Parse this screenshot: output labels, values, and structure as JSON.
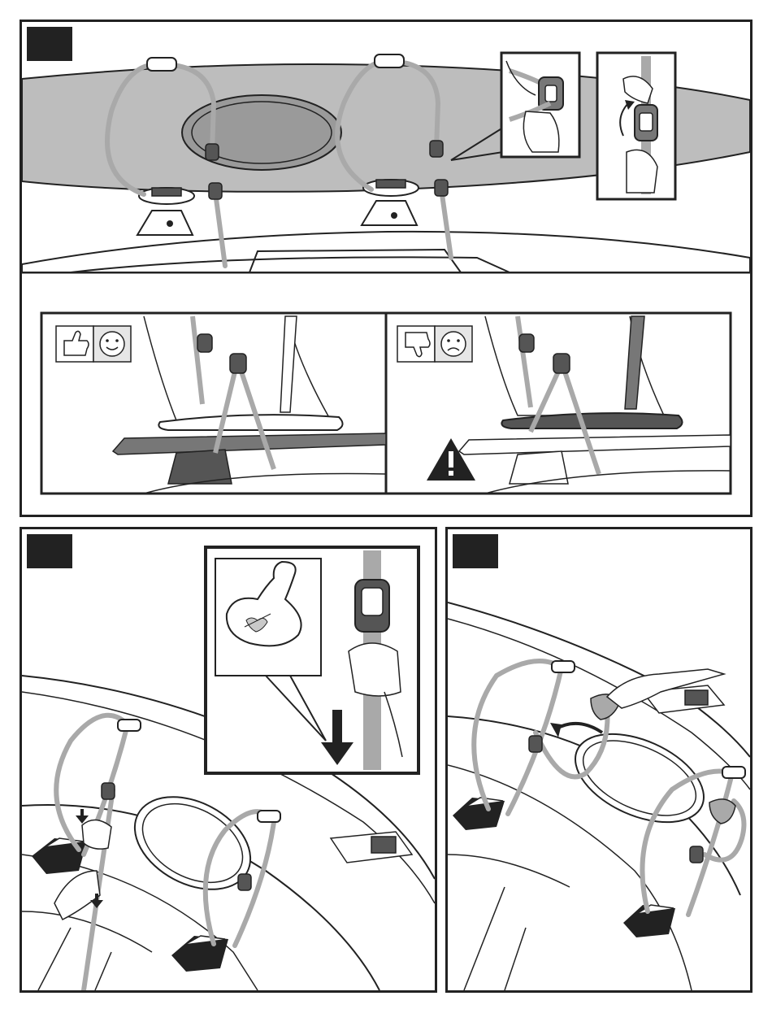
{
  "colors": {
    "outline": "#222222",
    "strap_gray": "#a9a9a9",
    "kayak_gray": "#bdbdbd",
    "dark_fill": "#555555",
    "badge": "#222222",
    "background": "#ffffff"
  },
  "icons": {
    "good": [
      "thumbs-up-icon",
      "smiley-happy-icon"
    ],
    "bad": [
      "thumbs-down-icon",
      "smiley-sad-icon"
    ],
    "caution": "warning-triangle-icon",
    "strength": "flexed-arm-icon",
    "pull": "arrow-down-icon",
    "rotate": "curved-arrow-icon"
  },
  "steps": [
    {
      "id": "top",
      "badge_label": ""
    },
    {
      "id": "bottom-left",
      "badge_label": ""
    },
    {
      "id": "bottom-right",
      "badge_label": ""
    }
  ],
  "comparison": {
    "correct": "strap-vertical-clear-of-hull",
    "incorrect": "strap-angled-into-hull"
  }
}
